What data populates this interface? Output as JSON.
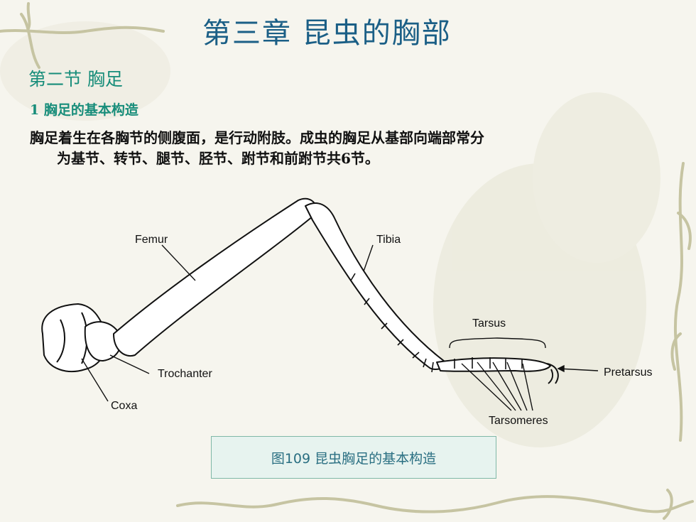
{
  "slide": {
    "title": "第三章  昆虫的胸部",
    "section": "第二节 胸足",
    "subsection": "1 胸足的基本构造",
    "body_line1": "胸足着生在各胸节的侧腹面，是行动附肢。成虫的胸足从基部向端部常分",
    "body_line2": "为基节、转节、腿节、胫节、跗节和前跗节共6节。"
  },
  "figure": {
    "labels": {
      "femur": "Femur",
      "tibia": "Tibia",
      "tarsus": "Tarsus",
      "trochanter": "Trochanter",
      "pretarsus": "Pretarsus",
      "coxa": "Coxa",
      "tarsomeres": "Tarsomeres"
    },
    "caption": "图109  昆虫胸足的基本构造"
  },
  "colors": {
    "title": "#1b5f86",
    "section": "#178d7a",
    "caption_text": "#2a6f82",
    "caption_bg": "#e7f3ef",
    "border_vine": "#c9c8a8"
  }
}
